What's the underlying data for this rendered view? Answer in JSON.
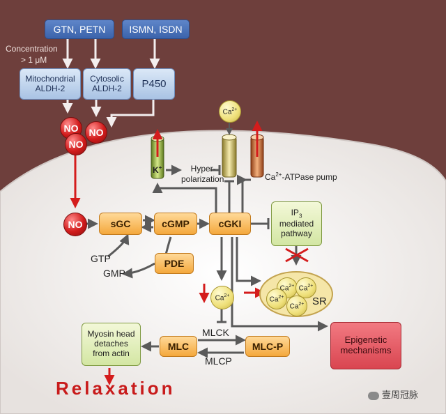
{
  "inputs": {
    "gtn_petn": "GTN, PETN",
    "ismn_isdn": "ISMN, ISDN"
  },
  "concentration": {
    "line1": "Concentration",
    "line2": "> 1 μM"
  },
  "enzymes": {
    "mito_line1": "Mitochondrial",
    "mito_line2": "ALDH-2",
    "cyto_line1": "Cytosolic",
    "cyto_line2": "ALDH-2",
    "p450": "P450"
  },
  "no_label": "NO",
  "ca_label": "Ca",
  "ca_sup": "2+",
  "k_label": "K",
  "k_sup": "+",
  "hyperpolarization": {
    "line1": "Hyper-",
    "line2": "polarization"
  },
  "atpase": {
    "prefix": "Ca",
    "sup": "2+",
    "suffix": "-ATPase pump"
  },
  "pathway": {
    "sgc": "sGC",
    "cgmp": "cGMP",
    "cgki": "cGKI",
    "pde": "PDE",
    "gtp": "GTP",
    "gmp": "GMP"
  },
  "ip3": {
    "ip": "IP",
    "sub": "3",
    "line2": "mediated",
    "line3": "pathway"
  },
  "sr": "SR",
  "mlck": "MLCK",
  "mlcp": "MLCP",
  "mlc": "MLC",
  "mlcp_box": "MLC-P",
  "myosin": {
    "line1": "Myosin head",
    "line2": "detaches",
    "line3": "from actin"
  },
  "epigenetic": {
    "line1": "Epigenetic",
    "line2": "mechanisms"
  },
  "relaxation": "Relaxation",
  "watermark": "壹周冠脉",
  "colors": {
    "background": "#6e3f3c",
    "cell": "#f3f0ef",
    "arrow": "#5a5a5a",
    "red": "#d41c1c"
  }
}
